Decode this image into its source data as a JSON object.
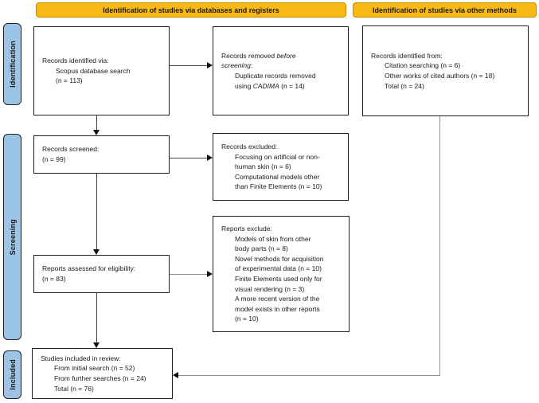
{
  "colors": {
    "header_bg": "#F9B915",
    "header_border": "#C28B00",
    "sidebar_bg": "#9DC3E6",
    "box_border": "#1F1F1F",
    "connector_dark": "#404040",
    "connector_gray": "#8F8F8F",
    "arrowhead": "#111111"
  },
  "headers": {
    "left": "Identification of studies via databases and registers",
    "right": "Identification of studies via other methods"
  },
  "sidebar": {
    "identification": "Identification",
    "screening": "Screening",
    "included": "Included"
  },
  "boxes": {
    "records_identified": {
      "lines": [
        "Records identified via:",
        "Scopus database search",
        "(n = 113)"
      ]
    },
    "records_removed": {
      "rich_lines": [
        {
          "segs": [
            {
              "t": "Records removed "
            },
            {
              "t": "before",
              "i": true
            }
          ]
        },
        {
          "segs": [
            {
              "t": "screening",
              "i": true
            },
            {
              "t": ":"
            }
          ]
        },
        {
          "segs": [
            {
              "t": "Duplicate records removed"
            }
          ]
        },
        {
          "segs": [
            {
              "t": "using "
            },
            {
              "t": "CADIMA",
              "i": true
            },
            {
              "t": " (n = 14)"
            }
          ]
        }
      ]
    },
    "records_other_methods": {
      "lines": [
        "Records identified from:",
        "Citation searching (n = 6)",
        "Other works of cited authors (n = 18)",
        "Total (n = 24)"
      ]
    },
    "records_screened": {
      "lines": [
        "Records screened:",
        "(n = 99)"
      ]
    },
    "records_excluded": {
      "lines": [
        "Records excluded:",
        "Focusing on artificial or non-",
        "human skin (n = 6)",
        "Computational models other",
        "than Finite Elements (n = 10)"
      ]
    },
    "reports_excluded": {
      "lines": [
        "Reports exclude:",
        "Models of skin from other",
        "body parts (n = 8)",
        "Novel methods for acquisition",
        "of experimental data (n = 10)",
        "Finite Elements used only for",
        "visual rendering (n = 3)",
        "A more recent version of the",
        "model exists in other reports",
        "(n = 10)"
      ]
    },
    "reports_assessed": {
      "lines": [
        "Reports assessed for eligibility:",
        "(n = 83)"
      ]
    },
    "studies_included": {
      "lines": [
        "Studies included in review:",
        "From initial search (n = 52)",
        "From further searches (n = 24)",
        "Total (n = 76)"
      ]
    }
  }
}
